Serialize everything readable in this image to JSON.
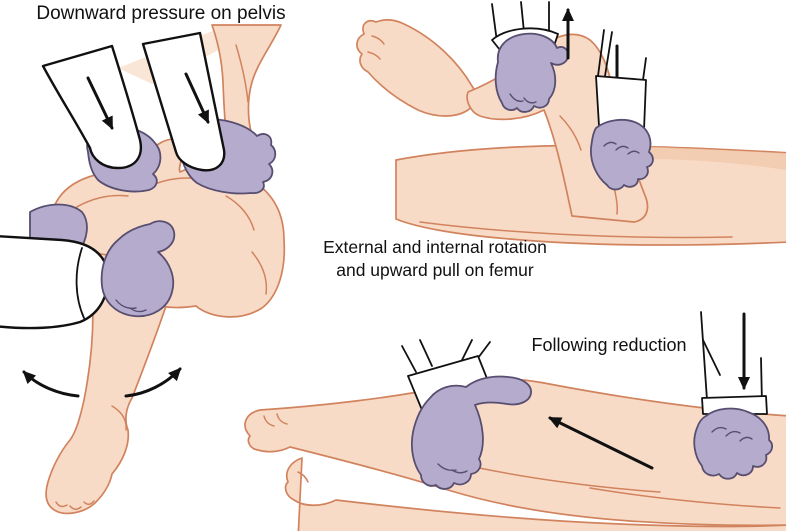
{
  "labels": {
    "panel1": "Downward pressure on pelvis",
    "panel2_line1": "External and internal rotation",
    "panel2_line2": "and upward pull on femur",
    "panel3": "Following reduction"
  },
  "colors": {
    "skin": "#f8dbc6",
    "skin_outline": "#d1835e",
    "skin_shade": "#f0c3a4",
    "glove": "#b5abcd",
    "glove_outline": "#584e70",
    "sleeve": "#ffffff",
    "ink": "#111111",
    "background": "#ffffff"
  }
}
